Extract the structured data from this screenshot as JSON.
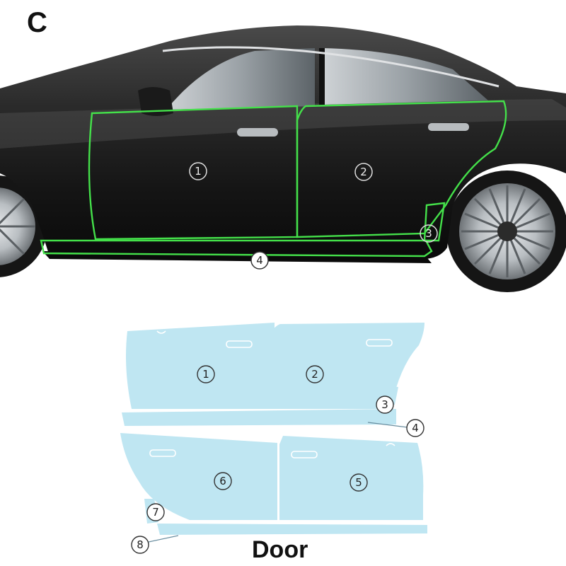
{
  "corner_label": "C",
  "title": "Door",
  "colors": {
    "film": "#bfe6f2",
    "outline": "#44e04a",
    "car_body": "#1b1b1b"
  },
  "car_markers": [
    "1",
    "2",
    "3",
    "4"
  ],
  "pattern_markers": [
    "1",
    "2",
    "3",
    "4",
    "6",
    "5",
    "7",
    "8"
  ]
}
